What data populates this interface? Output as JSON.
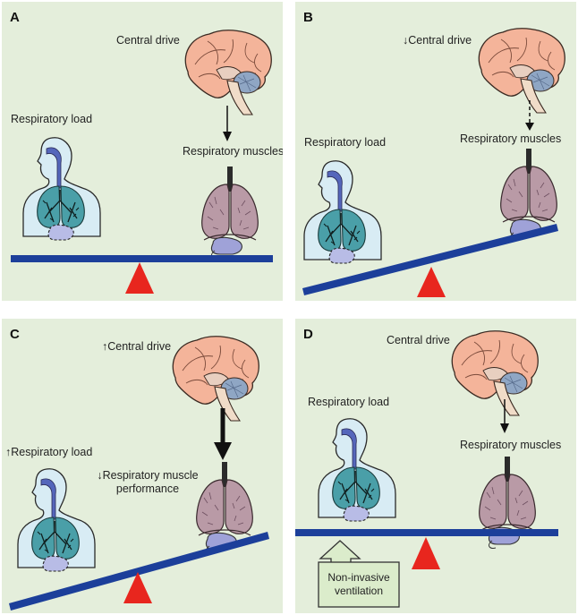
{
  "panels": {
    "A": {
      "letter": "A",
      "central_drive": "Central drive",
      "respiratory_load": "Respiratory load",
      "respiratory_muscles": "Respiratory muscles"
    },
    "B": {
      "letter": "B",
      "central_drive": "↓Central drive",
      "respiratory_load": "Respiratory load",
      "respiratory_muscles": "Respiratory muscles"
    },
    "C": {
      "letter": "C",
      "central_drive": "↑Central drive",
      "respiratory_load": "↑Respiratory load",
      "muscle_line1": "↓Respiratory muscle",
      "muscle_line2": "performance"
    },
    "D": {
      "letter": "D",
      "central_drive": "Central drive",
      "respiratory_load": "Respiratory load",
      "respiratory_muscles": "Respiratory muscles",
      "niv_line1": "Non-invasive",
      "niv_line2": "ventilation"
    }
  },
  "colors": {
    "panel_bg": "#e4eedb",
    "beam": "#1c3f9a",
    "fulcrum": "#e8261e",
    "brain": "#f4b49a",
    "lung": "#b99aa6",
    "body": "#d8ecf4",
    "niv_arrow": "#dbeccb"
  }
}
